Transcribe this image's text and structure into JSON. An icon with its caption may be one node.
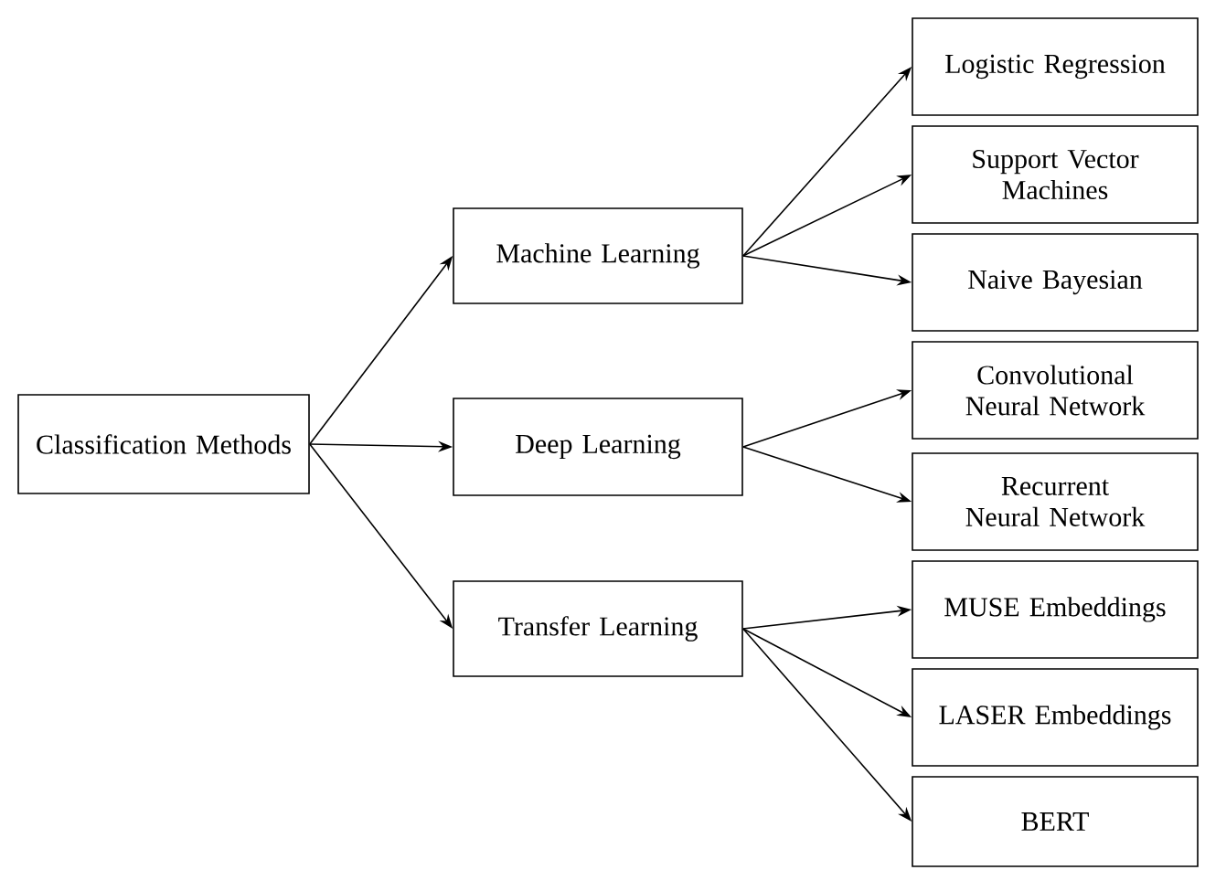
{
  "diagram": {
    "nodes": [
      {
        "text": [
          "Classification Methods"
        ]
      },
      {
        "text": [
          "Machine Learning"
        ]
      },
      {
        "text": [
          "Deep Learning"
        ]
      },
      {
        "text": [
          "Transfer Learning"
        ]
      },
      {
        "text": [
          "Logistic Regression"
        ]
      },
      {
        "text": [
          "Support Vector Machines"
        ]
      },
      {
        "text": [
          "Naive Bayesian"
        ]
      },
      {
        "text": [
          "Convolutional Neural Network"
        ]
      },
      {
        "text": [
          "Recurrent Neural Network"
        ]
      },
      {
        "text": [
          "MUSE Embeddings"
        ]
      },
      {
        "text": [
          "LASER Embeddings"
        ]
      },
      {
        "text": [
          "BERT"
        ]
      }
    ],
    "edges": [
      {
        "from": 0,
        "to": 1,
        "arrow": "to"
      },
      {
        "from": 0,
        "to": 2,
        "arrow": "to"
      },
      {
        "from": 0,
        "to": 3,
        "arrow": "to"
      },
      {
        "from": 1,
        "to": 4,
        "arrow": "to"
      },
      {
        "from": 1,
        "to": 5,
        "arrow": "to"
      },
      {
        "from": 1,
        "to": 6,
        "arrow": "to"
      },
      {
        "from": 2,
        "to": 7,
        "arrow": "to"
      },
      {
        "from": 2,
        "to": 8,
        "arrow": "to"
      },
      {
        "from": 3,
        "to": 9,
        "arrow": "to"
      },
      {
        "from": 3,
        "to": 10,
        "arrow": "to"
      },
      {
        "from": 3,
        "to": 11,
        "arrow": "to"
      }
    ]
  }
}
